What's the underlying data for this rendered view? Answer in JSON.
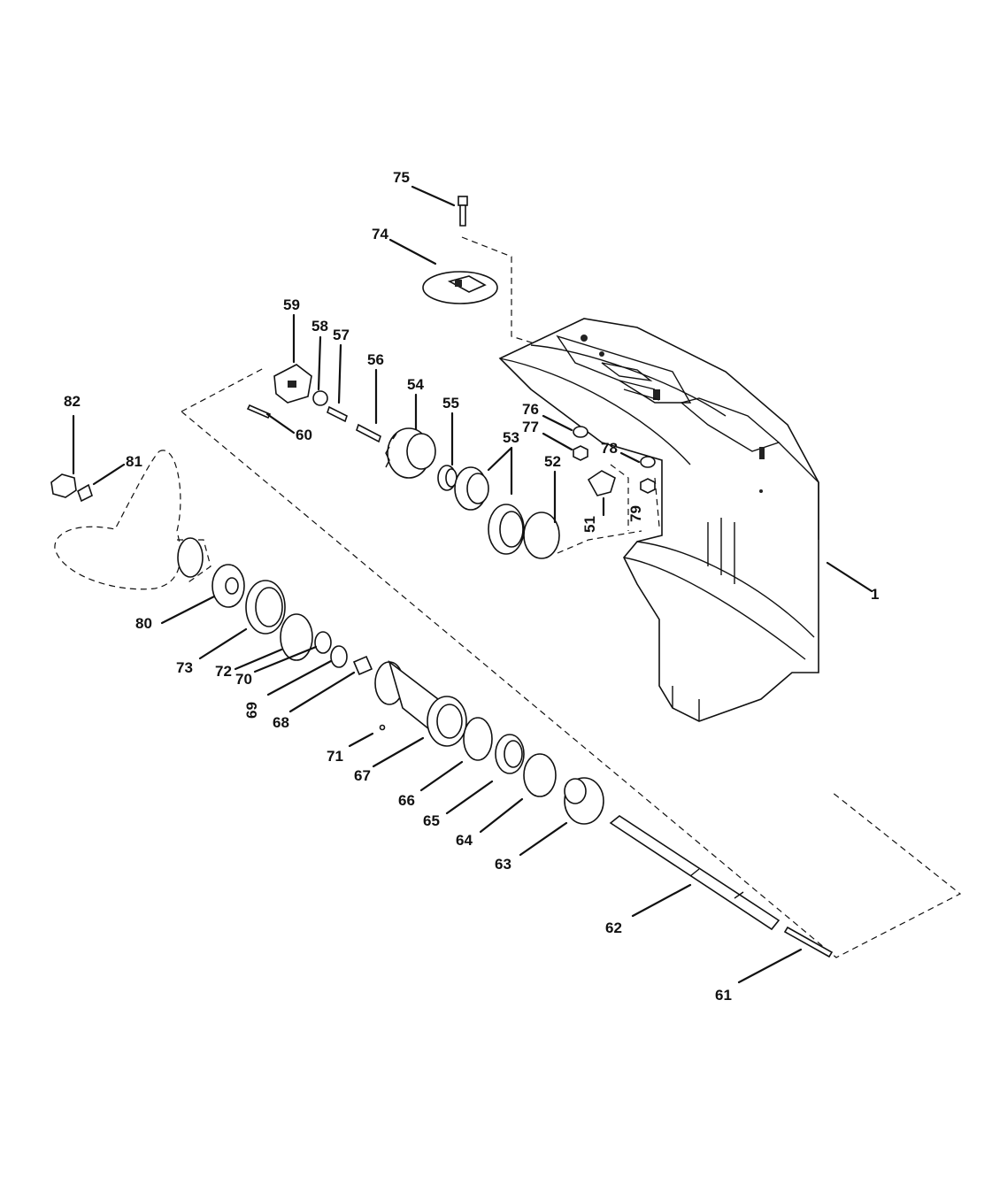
{
  "diagram": {
    "labels": {
      "p1": "1",
      "p51": "51",
      "p52": "52",
      "p53": "53",
      "p54": "54",
      "p55": "55",
      "p56": "56",
      "p57": "57",
      "p58": "58",
      "p59": "59",
      "p60": "60",
      "p61": "61",
      "p62": "62",
      "p63": "63",
      "p64": "64",
      "p65": "65",
      "p66": "66",
      "p67": "67",
      "p68": "68",
      "p69": "69",
      "p70": "70",
      "p71": "71",
      "p72": "72",
      "p73": "73",
      "p74": "74",
      "p75": "75",
      "p76": "76",
      "p77": "77",
      "p78": "78",
      "p79": "79",
      "p80": "80",
      "p81": "81",
      "p82": "82"
    }
  }
}
